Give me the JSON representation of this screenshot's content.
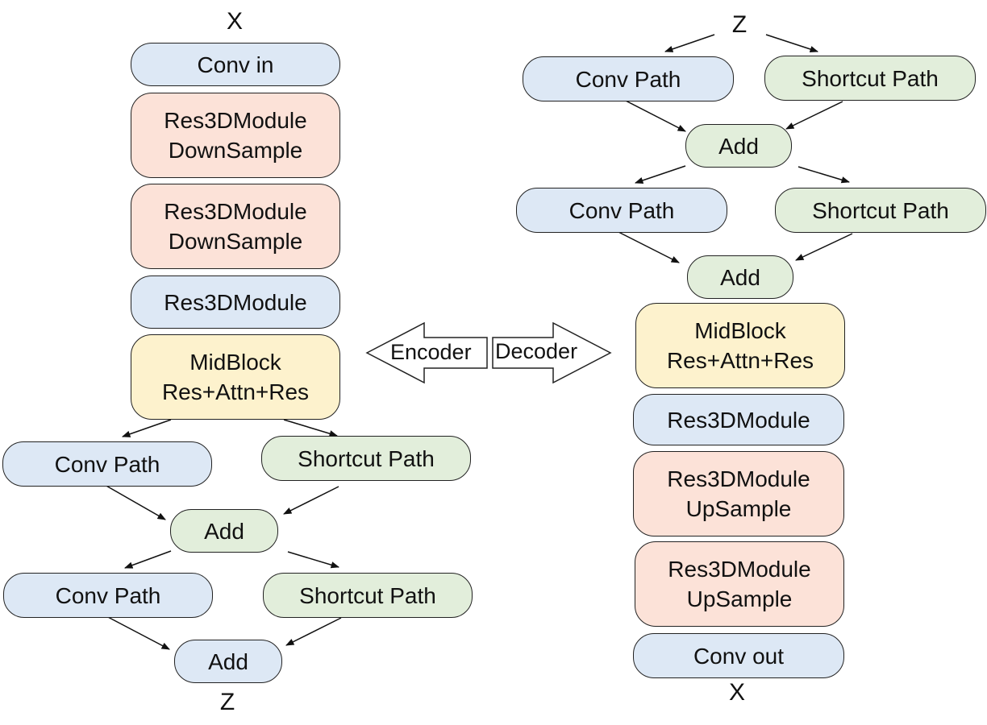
{
  "encoder": {
    "input_label": "X",
    "output_label": "Z",
    "conv_in": "Conv in",
    "down1": [
      "Res3DModule",
      "DownSample"
    ],
    "down2": [
      "Res3DModule",
      "DownSample"
    ],
    "res": "Res3DModule",
    "mid": [
      "MidBlock",
      "Res+Attn+Res"
    ],
    "stage1": {
      "conv": "Conv Path",
      "shortcut": "Shortcut Path",
      "add": "Add"
    },
    "stage2": {
      "conv": "Conv Path",
      "shortcut": "Shortcut Path",
      "add": "Add"
    }
  },
  "decoder": {
    "input_label": "Z",
    "output_label": "X",
    "stage1": {
      "conv": "Conv Path",
      "shortcut": "Shortcut Path",
      "add": "Add"
    },
    "stage2": {
      "conv": "Conv Path",
      "shortcut": "Shortcut Path",
      "add": "Add"
    },
    "mid": [
      "MidBlock",
      "Res+Attn+Res"
    ],
    "res": "Res3DModule",
    "up1": [
      "Res3DModule",
      "UpSample"
    ],
    "up2": [
      "Res3DModule",
      "UpSample"
    ],
    "conv_out": "Conv out"
  },
  "center_arrows": {
    "left": "Encoder",
    "right": "Decoder"
  },
  "colors": {
    "blue": "#dde8f5",
    "green": "#e2eedb",
    "orange": "#fce2d8",
    "yellow": "#fdf2cd"
  }
}
